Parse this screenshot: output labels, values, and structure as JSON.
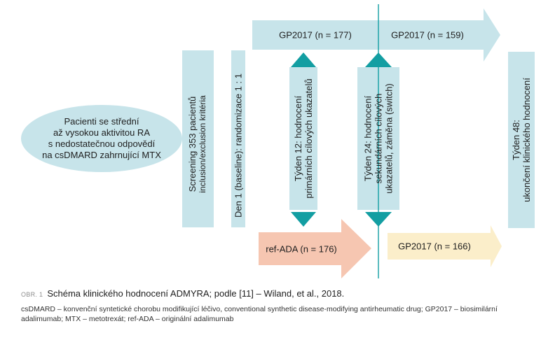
{
  "colors": {
    "light_teal": "#c7e4ea",
    "dark_teal": "#139ea2",
    "salmon": "#f6c6b1",
    "cream": "#fbeeca",
    "line": "#139ea2"
  },
  "oval": {
    "lines": [
      "Pacienti se střední",
      "až vysokou aktivitou RA",
      "s nedostatečnou odpovědí",
      "na csDMARD zahrnující MTX"
    ]
  },
  "screening": {
    "line1": "Screening 353 pacientů",
    "line2": "inclusion/exclusion kritéria"
  },
  "day1": {
    "text": "Den 1 (baseline): randomizace 1 : 1"
  },
  "week12": {
    "line1": "Týden 12: hodnocení",
    "line2": "primárních cílových ukazatelů"
  },
  "week24": {
    "line1": "Týden 24: hodnocení",
    "line2": "sekundárních cílových",
    "line3": "ukazatelů, záměna (switch)"
  },
  "week48": {
    "line1": "Týden 48:",
    "line2": "ukončení klinického hodnocení"
  },
  "arrows": {
    "gp_top_left": "GP2017 (n = 177)",
    "gp_top_right": "GP2017 (n = 159)",
    "ref_ada": "ref-ADA (n = 176)",
    "gp_bottom": "GP2017 (n = 166)"
  },
  "caption": {
    "fig_label": "OBR. 1",
    "title": "Schéma klinického hodnocení ADMYRA; podle [11] – Wiland, et al., 2018.",
    "legend": "csDMARD – konvenční syntetické chorobu modifikující léčivo, conventional synthetic disease-modifying antirheumatic drug; GP2017 – biosimilární adalimumab; MTX – metotrexát; ref-ADA – originální adalimumab"
  }
}
